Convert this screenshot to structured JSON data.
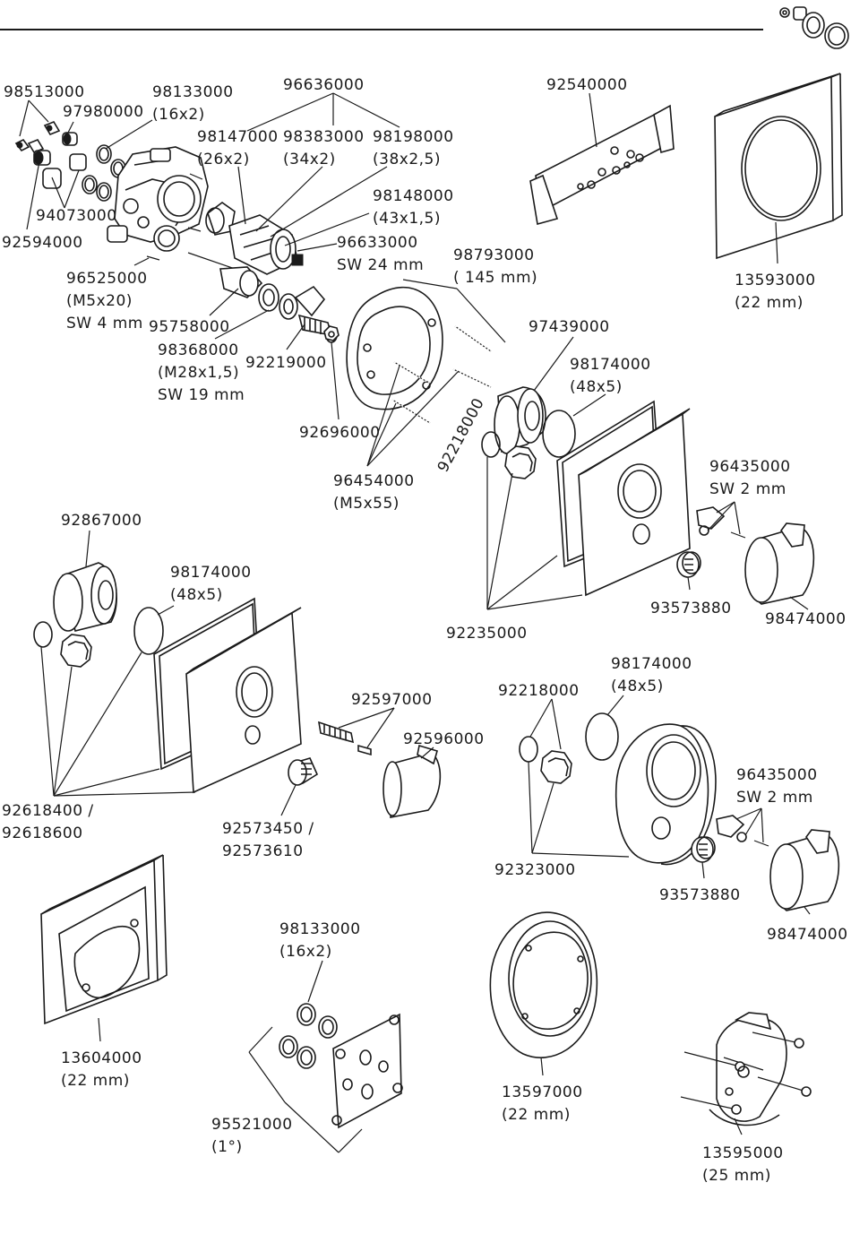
{
  "labels": [
    {
      "id": "l1",
      "lines": [
        "98513000"
      ]
    },
    {
      "id": "l2",
      "lines": [
        "97980000"
      ]
    },
    {
      "id": "l3",
      "lines": [
        "98133000",
        "(16x2)"
      ]
    },
    {
      "id": "l4",
      "lines": [
        "96636000"
      ]
    },
    {
      "id": "l5",
      "lines": [
        "98147000",
        "(26x2)"
      ]
    },
    {
      "id": "l6",
      "lines": [
        "98383000",
        "(34x2)"
      ]
    },
    {
      "id": "l7",
      "lines": [
        "98198000",
        "(38x2,5)"
      ]
    },
    {
      "id": "l8",
      "lines": [
        "98148000",
        "(43x1,5)"
      ]
    },
    {
      "id": "l9",
      "lines": [
        "94073000"
      ]
    },
    {
      "id": "l10",
      "lines": [
        "92594000"
      ]
    },
    {
      "id": "l11",
      "lines": [
        "96633000",
        "SW 24 mm"
      ]
    },
    {
      "id": "l12",
      "lines": [
        "96525000",
        "(M5x20)",
        "SW 4 mm"
      ]
    },
    {
      "id": "l13",
      "lines": [
        "95758000"
      ]
    },
    {
      "id": "l14",
      "lines": [
        "98368000",
        "(M28x1,5)",
        "SW 19 mm"
      ]
    },
    {
      "id": "l15",
      "lines": [
        "92219000"
      ]
    },
    {
      "id": "l16",
      "lines": [
        "92696000"
      ]
    },
    {
      "id": "l17",
      "lines": [
        "98793000",
        "(    145 mm)"
      ]
    },
    {
      "id": "l18",
      "lines": [
        "96454000",
        "(M5x55)"
      ]
    },
    {
      "id": "l19",
      "lines": [
        "92540000"
      ]
    },
    {
      "id": "l20",
      "lines": [
        "13593000",
        "(22 mm)"
      ]
    },
    {
      "id": "l21",
      "lines": [
        "97439000"
      ]
    },
    {
      "id": "l22",
      "lines": [
        "98174000",
        "(48x5)"
      ]
    },
    {
      "id": "l23",
      "lines": [
        "92218000"
      ]
    },
    {
      "id": "l24",
      "lines": [
        "96435000",
        "SW 2 mm"
      ]
    },
    {
      "id": "l25",
      "lines": [
        "93573880"
      ]
    },
    {
      "id": "l26",
      "lines": [
        "98474000"
      ]
    },
    {
      "id": "l27",
      "lines": [
        "92235000"
      ]
    },
    {
      "id": "l28",
      "lines": [
        "92867000"
      ]
    },
    {
      "id": "l29",
      "lines": [
        "98174000",
        "(48x5)"
      ]
    },
    {
      "id": "l30",
      "lines": [
        "92597000"
      ]
    },
    {
      "id": "l31",
      "lines": [
        "92596000"
      ]
    },
    {
      "id": "l32",
      "lines": [
        "92618400 /",
        "92618600"
      ]
    },
    {
      "id": "l33",
      "lines": [
        "92573450 /",
        "92573610"
      ]
    },
    {
      "id": "l34",
      "lines": [
        "98174000",
        "(48x5)"
      ]
    },
    {
      "id": "l35",
      "lines": [
        "92218000"
      ]
    },
    {
      "id": "l36",
      "lines": [
        "96435000",
        "SW 2 mm"
      ]
    },
    {
      "id": "l37",
      "lines": [
        "92323000"
      ]
    },
    {
      "id": "l38",
      "lines": [
        "93573880"
      ]
    },
    {
      "id": "l39",
      "lines": [
        "98474000"
      ]
    },
    {
      "id": "l40",
      "lines": [
        "13604000",
        "(22 mm)"
      ]
    },
    {
      "id": "l41",
      "lines": [
        "98133000",
        "(16x2)"
      ]
    },
    {
      "id": "l42",
      "lines": [
        "95521000",
        "(1°)"
      ]
    },
    {
      "id": "l43",
      "lines": [
        "13597000",
        "(22 mm)"
      ]
    },
    {
      "id": "l44",
      "lines": [
        "13595000",
        "(25 mm)"
      ]
    }
  ]
}
